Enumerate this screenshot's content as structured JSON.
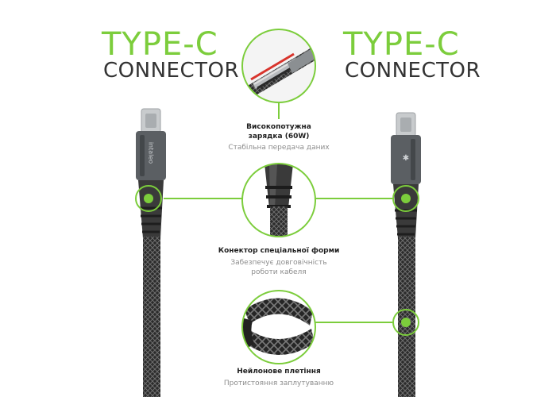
{
  "left_title": {
    "line1": "TYPE-C",
    "line2": "CONNECTOR"
  },
  "right_title": {
    "line1": "TYPE-C",
    "line2": "CONNECTOR"
  },
  "brand_text": "intaleo",
  "features": [
    {
      "title_line1": "Високопотужна",
      "title_line2": "зарядка (60W)",
      "subtitle_line1": "Стабільна передача даних",
      "subtitle_line2": ""
    },
    {
      "title_line1": "Конектор спеціальної форми",
      "title_line2": "",
      "subtitle_line1": "Забезпечує довговічність",
      "subtitle_line2": "роботи кабеля"
    },
    {
      "title_line1": "Нейлонове плетіння",
      "title_line2": "",
      "subtitle_line1": "Протистояння заплутуванню",
      "subtitle_line2": ""
    }
  ],
  "colors": {
    "accent": "#7ccd3c",
    "dark_text": "#333333",
    "cable": "#2a2a2a",
    "connector": "#5b5f63",
    "plug": "#c8cbcd"
  }
}
